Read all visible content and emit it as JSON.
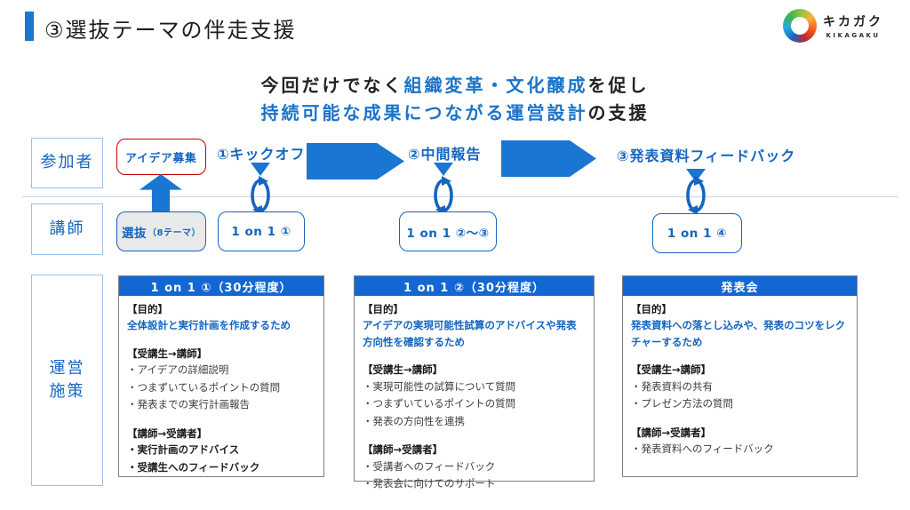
{
  "header": {
    "title": "③選抜テーマの伴走支援",
    "logo_jp": "キカガク",
    "logo_en": "KIKAGAKU"
  },
  "subtitle": {
    "line1_black1": "今回だけでなく",
    "line1_blue": "組織変革・文化醸成",
    "line1_black2": "を促し",
    "line2_blue": "持続可能な成果につながる運営設計",
    "line2_black": "の支援"
  },
  "row_labels": {
    "participants": "参加者",
    "instructor": "講師",
    "operations_line1": "運営",
    "operations_line2": "施策"
  },
  "timeline": {
    "idea_box": "アイデア募集",
    "milestone1": "①キックオフ",
    "milestone2": "②中間報告",
    "milestone3": "③発表資料フィードバック",
    "box_selection": "選抜",
    "box_selection_sub": "（8テーマ）",
    "box_1on1_1": "1 on 1 ①",
    "box_1on1_23": "1 on 1 ②～③",
    "box_1on1_4": "1 on 1 ④"
  },
  "colors": {
    "primary_blue": "#1565c0",
    "shape_blue": "#1976d2",
    "header_blue": "#1467d2",
    "red_border": "#c00000",
    "light_line": "#c3d8ee"
  },
  "cards": [
    {
      "title": "1 on 1 ①（30分程度）",
      "purpose_label": "【目的】",
      "purpose": "全体設計と実行計画を作成するため",
      "student_label": "【受講生→講師】",
      "student_items": [
        "・アイデアの詳細説明",
        "・つまずいているポイントの質問",
        "・発表までの実行計画報告"
      ],
      "instructor_label": "【講師→受講者】",
      "instructor_items": [
        "・実行計画のアドバイス",
        "・受講生へのフィードバック"
      ]
    },
    {
      "title": "1 on 1 ②（30分程度）",
      "purpose_label": "【目的】",
      "purpose": "アイデアの実現可能性試算のアドバイスや発表方向性を確認するため",
      "student_label": "【受講生→講師】",
      "student_items": [
        "・実現可能性の試算について質問",
        "・つまずいているポイントの質問",
        "・発表の方向性を連携"
      ],
      "instructor_label": "【講師→受講者】",
      "instructor_items": [
        "・受講者へのフィードバック",
        "・発表会に向けてのサポート"
      ]
    },
    {
      "title": "発表会",
      "purpose_label": "【目的】",
      "purpose": "発表資料への落とし込みや、発表のコツをレクチャーするため",
      "student_label": "【受講生→講師】",
      "student_items": [
        "・発表資料の共有",
        "・プレゼン方法の質問"
      ],
      "instructor_label": "【講師→受講者】",
      "instructor_items": [
        "・発表資料へのフィードバック"
      ]
    }
  ]
}
